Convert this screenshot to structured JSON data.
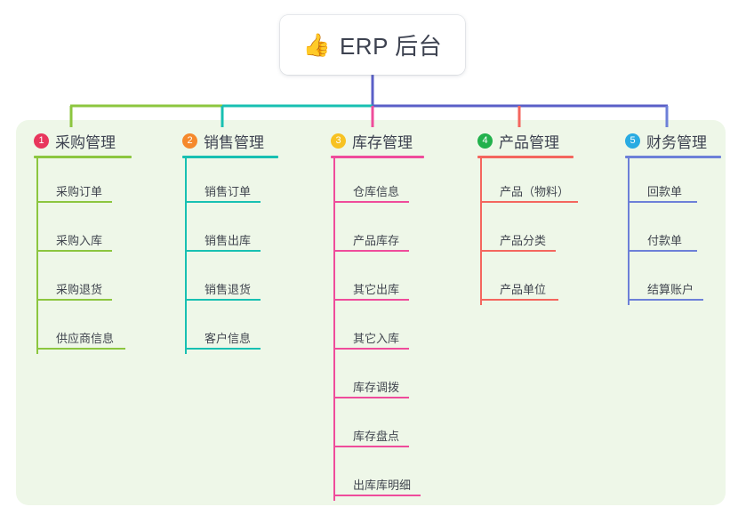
{
  "root": {
    "icon": "thumbs-up-icon",
    "icon_glyph": "👍",
    "title": "ERP 后台"
  },
  "panel": {
    "background_color": "#eef7e8"
  },
  "trunk_color": "#5a5fc7",
  "branches": [
    {
      "number": "1",
      "title": "采购管理",
      "badge_color": "#e8365d",
      "line_color": "#8cc63f",
      "items": [
        "采购订单",
        "采购入库",
        "采购退货",
        "供应商信息"
      ]
    },
    {
      "number": "2",
      "title": "销售管理",
      "badge_color": "#f5892c",
      "line_color": "#18c0b2",
      "items": [
        "销售订单",
        "销售出库",
        "销售退货",
        "客户信息"
      ]
    },
    {
      "number": "3",
      "title": "库存管理",
      "badge_color": "#f7c222",
      "line_color": "#ef4c9b",
      "items": [
        "仓库信息",
        "产品库存",
        "其它出库",
        "其它入库",
        "库存调拨",
        "库存盘点",
        "出库库明细"
      ]
    },
    {
      "number": "4",
      "title": "产品管理",
      "badge_color": "#22b14c",
      "line_color": "#f4665e",
      "items": [
        "产品（物料）",
        "产品分类",
        "产品单位"
      ]
    },
    {
      "number": "5",
      "title": "财务管理",
      "badge_color": "#29abe2",
      "line_color": "#6d80d8",
      "items": [
        "回款单",
        "付款单",
        "结算账户"
      ]
    }
  ]
}
